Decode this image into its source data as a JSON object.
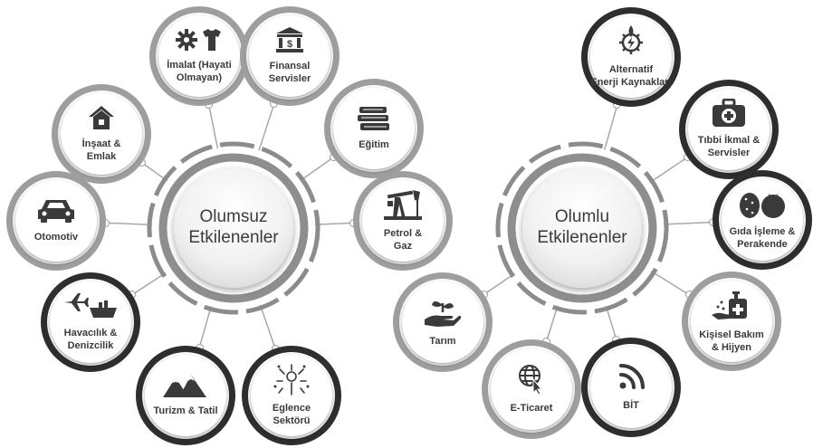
{
  "colors": {
    "ring_light": "#9e9e9e",
    "ring_dark": "#2e2e2e",
    "line": "#a8a8a8",
    "text": "#3a3a3a"
  },
  "negative": {
    "title": "Olumsuz\nEtkilenenler",
    "nodes": [
      {
        "id": "imalat",
        "label": "İmalat (Hayati\nOlmayan)",
        "icon": "gear-shirt-icon",
        "ring": "light"
      },
      {
        "id": "finansal",
        "label": "Finansal\nServisler",
        "icon": "bank-icon",
        "ring": "light"
      },
      {
        "id": "egitim",
        "label": "Eğitim",
        "icon": "books-icon",
        "ring": "light"
      },
      {
        "id": "insaat",
        "label": "İnşaat &\nEmlak",
        "icon": "house-icon",
        "ring": "light"
      },
      {
        "id": "otomotiv",
        "label": "Otomotiv",
        "icon": "car-icon",
        "ring": "light"
      },
      {
        "id": "petrol",
        "label": "Petrol &\nGaz",
        "icon": "oil-pump-icon",
        "ring": "light"
      },
      {
        "id": "havacilik",
        "label": "Havacılık &\nDenizcilik",
        "icon": "plane-ship-icon",
        "ring": "dark"
      },
      {
        "id": "turizm",
        "label": "Turizm & Tatil",
        "icon": "mountains-icon",
        "ring": "dark"
      },
      {
        "id": "eglence",
        "label": "Eglence\nSektörü",
        "icon": "fireworks-icon",
        "ring": "dark"
      }
    ]
  },
  "positive": {
    "title": "Olumlu\nEtkilenenler",
    "nodes": [
      {
        "id": "alternatif",
        "label": "Alternatif\nEnerji Kaynakları",
        "icon": "energy-gear-icon",
        "ring": "dark"
      },
      {
        "id": "tibbi",
        "label": "Tıbbi İkmal &\nServisler",
        "icon": "medkit-icon",
        "ring": "dark"
      },
      {
        "id": "gida",
        "label": "Gıda İşleme &\nPerakende",
        "icon": "vegetables-icon",
        "ring": "dark"
      },
      {
        "id": "kisisel",
        "label": "Kişisel Bakım\n& Hijyen",
        "icon": "sanitizer-icon",
        "ring": "light"
      },
      {
        "id": "bit",
        "label": "BİT",
        "icon": "wifi-icon",
        "ring": "dark"
      },
      {
        "id": "eticaret",
        "label": "E-Ticaret",
        "icon": "globe-click-icon",
        "ring": "light"
      },
      {
        "id": "tarim",
        "label": "Tarım",
        "icon": "hand-sprout-icon",
        "ring": "light"
      }
    ]
  }
}
